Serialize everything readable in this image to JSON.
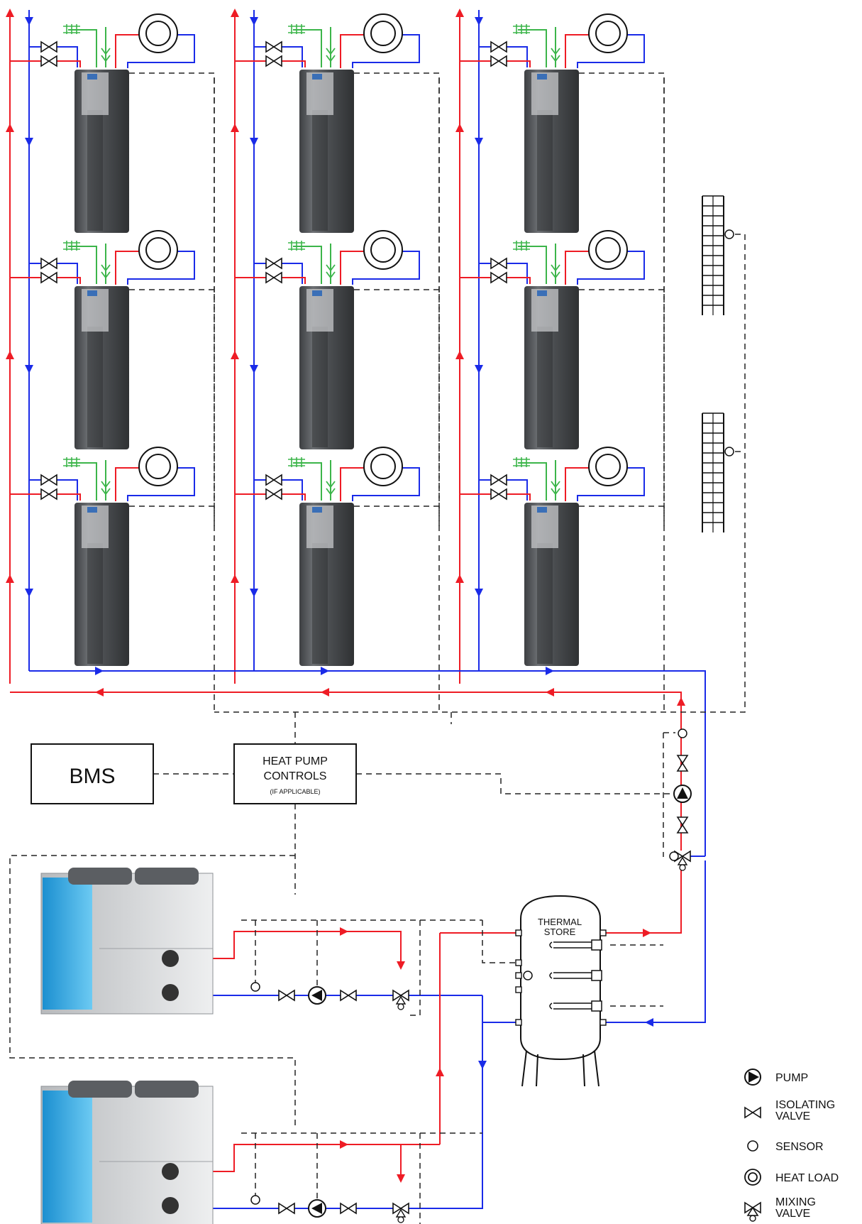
{
  "labels": {
    "bms": "BMS",
    "controls_line1": "HEAT PUMP",
    "controls_line2": "CONTROLS",
    "controls_line3": "(IF APPLICABLE)",
    "store_line1": "THERMAL",
    "store_line2": "STORE"
  },
  "legend": {
    "pump": "PUMP",
    "isolating_line1": "ISOLATING",
    "isolating_line2": "VALVE",
    "sensor": "SENSOR",
    "heat_load": "HEAT LOAD",
    "mixing_line1": "MIXING",
    "mixing_line2": "VALVE"
  },
  "colors": {
    "flow": "#ee1c25",
    "return": "#1a2be8",
    "cold_feed": "#3cb54a",
    "control": "#222222",
    "cylinder": "#5d6063",
    "outdoor_unit": "#c9cbcd",
    "coil": "#2fa9e6"
  },
  "structure": {
    "cylinder_columns": 3,
    "cylinder_rows": 3,
    "outdoor_units": 2,
    "radiators": 2
  }
}
